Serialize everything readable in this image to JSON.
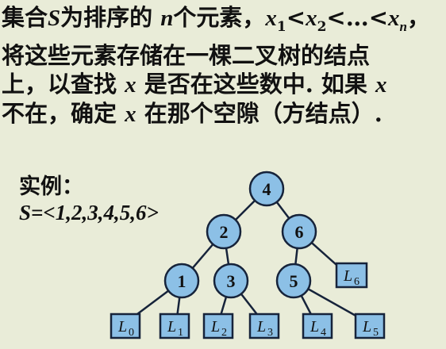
{
  "text": {
    "line1_a": "集合",
    "line1_S": "S",
    "line1_b": "为排序的 ",
    "line1_n": "n",
    "line1_c": "个元素，",
    "line1_x1": "x",
    "line1_x1sub": "1",
    "line1_lt1": "<",
    "line1_x2": "x",
    "line1_x2sub": "2",
    "line1_dots": "<…<",
    "line1_xn": "x",
    "line1_xnsub": "n",
    "line1_end": "，",
    "line2": "将这些元素存储在一棵二叉树的结点",
    "line3_a": "上，以查找 ",
    "line3_x": "x",
    "line3_b": " 是否在这些数中. 如果 ",
    "line3_x2": "x",
    "line4_a": "不在，确定 ",
    "line4_x": "x",
    "line4_b": " 在那个空隙（方结点）."
  },
  "example": {
    "title": "实例：",
    "set": "S=<1,2,3,4,5,6>"
  },
  "tree": {
    "nodes": [
      {
        "id": "n4",
        "label": "4"
      },
      {
        "id": "n2",
        "label": "2"
      },
      {
        "id": "n6",
        "label": "6"
      },
      {
        "id": "n1",
        "label": "1"
      },
      {
        "id": "n3",
        "label": "3"
      },
      {
        "id": "n5",
        "label": "5"
      }
    ],
    "leaves": [
      {
        "id": "L0",
        "letter": "L",
        "sub": "0"
      },
      {
        "id": "L1",
        "letter": "L",
        "sub": "1"
      },
      {
        "id": "L2",
        "letter": "L",
        "sub": "2"
      },
      {
        "id": "L3",
        "letter": "L",
        "sub": "3"
      },
      {
        "id": "L4",
        "letter": "L",
        "sub": "4"
      },
      {
        "id": "L5",
        "letter": "L",
        "sub": "5"
      },
      {
        "id": "L6",
        "letter": "L",
        "sub": "6"
      }
    ]
  }
}
